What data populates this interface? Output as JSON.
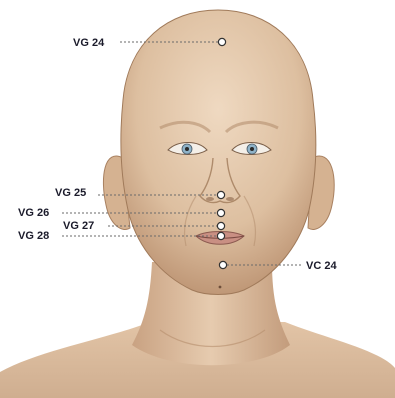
{
  "figure": {
    "points": [
      {
        "id": "vg24",
        "label": "VG 24"
      },
      {
        "id": "vg25",
        "label": "VG 25"
      },
      {
        "id": "vg26",
        "label": "VG 26"
      },
      {
        "id": "vg27",
        "label": "VG 27"
      },
      {
        "id": "vg28",
        "label": "VG 28"
      },
      {
        "id": "vc24",
        "label": "VC 24"
      }
    ],
    "colors": {
      "skin": "#e3c6a8",
      "skin_shade": "#c9a586",
      "marker_stroke": "#333333",
      "leader_line": "#6a6a6a"
    }
  }
}
